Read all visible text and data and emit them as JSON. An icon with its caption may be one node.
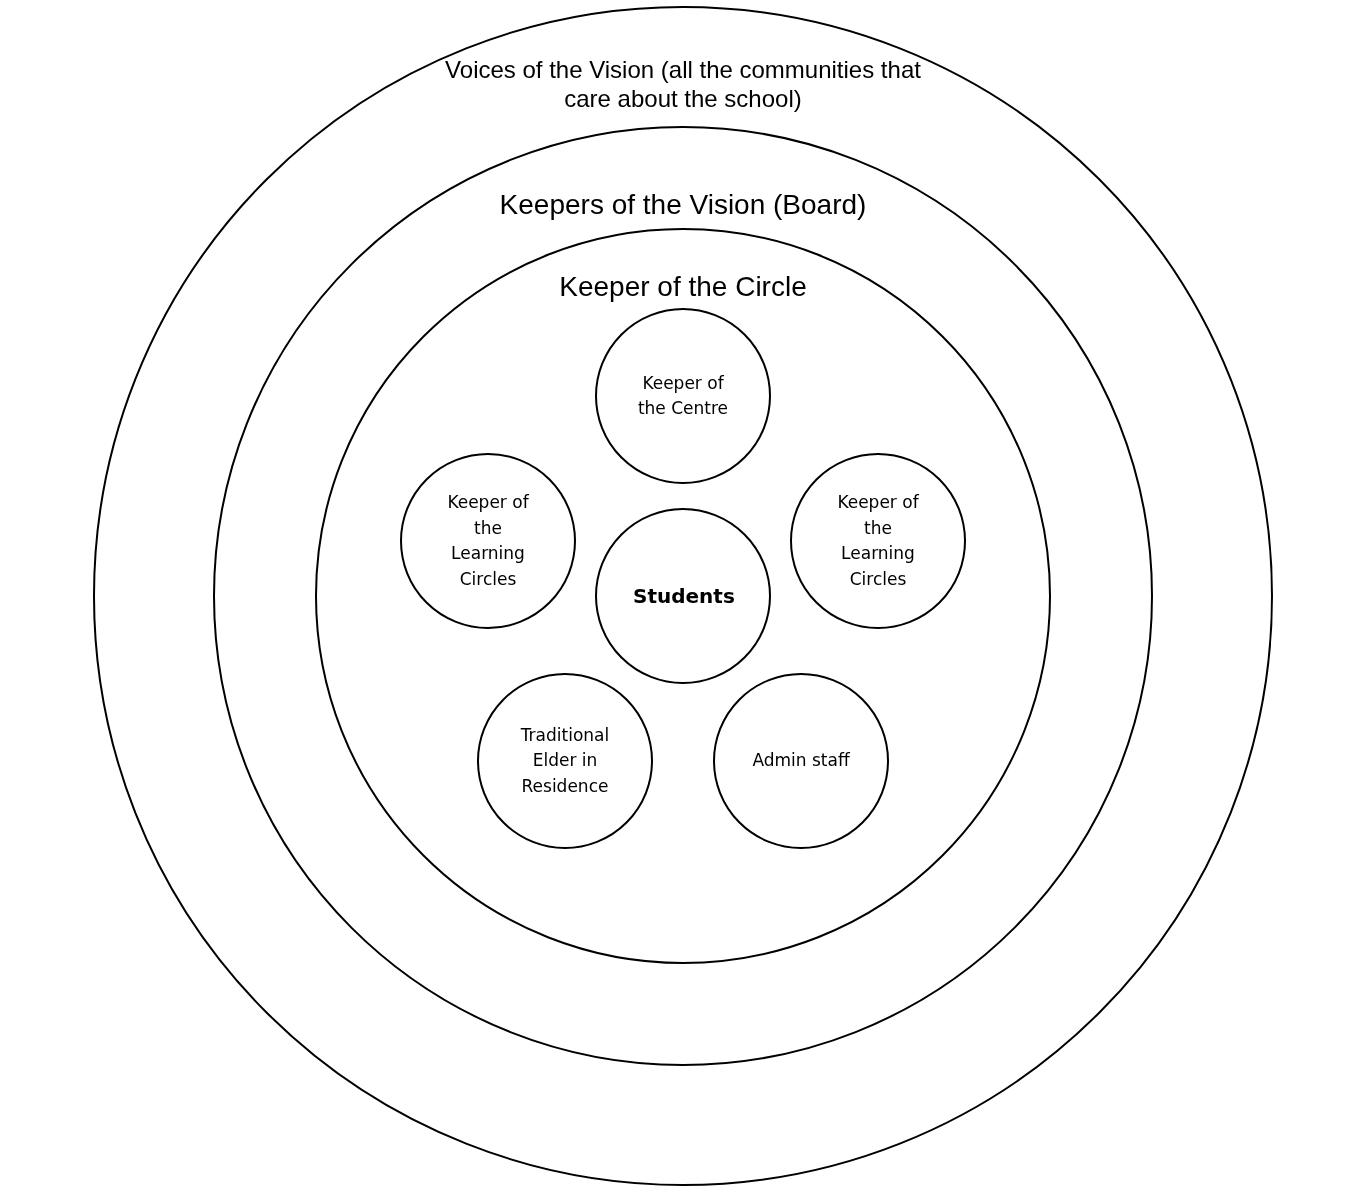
{
  "diagram": {
    "nodes": [
      {
        "text": [
          "Voices of the Vision (all the communities that care about the school)"
        ]
      },
      {
        "text": [
          "Keepers of the Vision (Board)"
        ],
        "in": 0
      },
      {
        "text": [
          "Keeper of the Circle"
        ],
        "in": 1
      },
      {
        "text": [
          "Keeper of the Centre"
        ],
        "in": 2
      },
      {
        "text": [
          "Keeper of the Learning Circles"
        ],
        "in": 2
      },
      {
        "text": [
          "Students"
        ],
        "in": 2
      },
      {
        "text": [
          "Keeper of the Learning Circles"
        ],
        "in": 2
      },
      {
        "text": [
          "Traditional Elder in Residence"
        ],
        "in": 2
      },
      {
        "text": [
          "Admin staff"
        ],
        "in": 2
      }
    ]
  }
}
